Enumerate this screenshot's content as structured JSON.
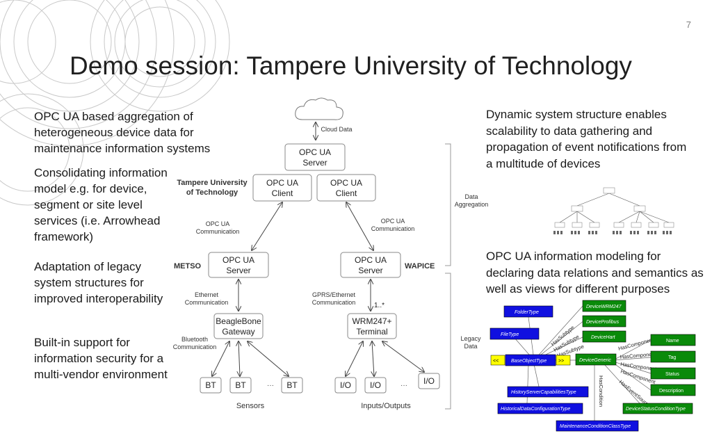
{
  "page_number": "7",
  "title": "Demo session: Tampere University of Technology",
  "left_bullets": [
    "OPC UA based aggregation of heterogeneous device data for maintenance information systems",
    "Consolidating information model  e.g. for device, segment or site level services (i.e. Arrowhead framework)",
    "Adaptation of legacy system structures for improved interoperability",
    "Built-in support for information security for a multi-vendor environment"
  ],
  "right_texts": [
    "Dynamic system structure enables scalability to data gathering and propagation of event notifications from a multitude of devices",
    "OPC UA information modeling for declaring data relations and semantics as well as views for different purposes"
  ],
  "arch": {
    "cloud_data": "Cloud Data",
    "server_top": [
      "OPC UA",
      "Server"
    ],
    "client_left": [
      "OPC UA",
      "Client"
    ],
    "client_right": [
      "OPC UA",
      "Client"
    ],
    "tut_label": [
      "Tampere University",
      "of Technology"
    ],
    "comm_left": [
      "OPC UA",
      "Communication"
    ],
    "comm_right": [
      "OPC UA",
      "Communication"
    ],
    "metso": "METSO",
    "wapice": "WAPICE",
    "server_left": [
      "OPC UA",
      "Server"
    ],
    "server_right": [
      "OPC UA",
      "Server"
    ],
    "eth_left": [
      "Ethernet",
      "Communication"
    ],
    "gprs": [
      "GPRS/Ethernet",
      "Communication"
    ],
    "multiplicity": "1..*",
    "gateway": [
      "BeagleBone",
      "Gateway"
    ],
    "terminal": [
      "WRM247+",
      "Terminal"
    ],
    "bluetooth": [
      "Bluetooth",
      "Communication"
    ],
    "bt": "BT",
    "io": "I/O",
    "ellipsis": "···",
    "sensors": "Sensors",
    "inputs_outputs": "Inputs/Outputs",
    "data_aggregation": [
      "Data",
      "Aggregation"
    ],
    "legacy_data": [
      "Legacy",
      "Data"
    ]
  },
  "model": {
    "nodes": {
      "folder_type": "FolderType",
      "file_type": "FileType",
      "base_object_type": "BaseObjectType",
      "device_wrm247": "DeviceWRM247",
      "device_profibus": "DeviceProfibus",
      "device_hart": "DeviceHart",
      "device_generic": "DeviceGeneric",
      "name": "Name",
      "tag": "Tag",
      "status": "Status",
      "description": "Description",
      "history_server": "HistoryServerCapabilitiesType",
      "historical_data": "HistoricalDataConfigurationType",
      "device_status": "DeviceStatusConditionType",
      "maintenance": "MaintenanceConditionClassType",
      "nav_left": "<<",
      "nav_right": ">>"
    },
    "edges": {
      "has_subtype": "HasSubtype",
      "has_component": "HasComponent",
      "has_condition": "HasCondition",
      "has_event_source": "HasEventSource"
    }
  }
}
